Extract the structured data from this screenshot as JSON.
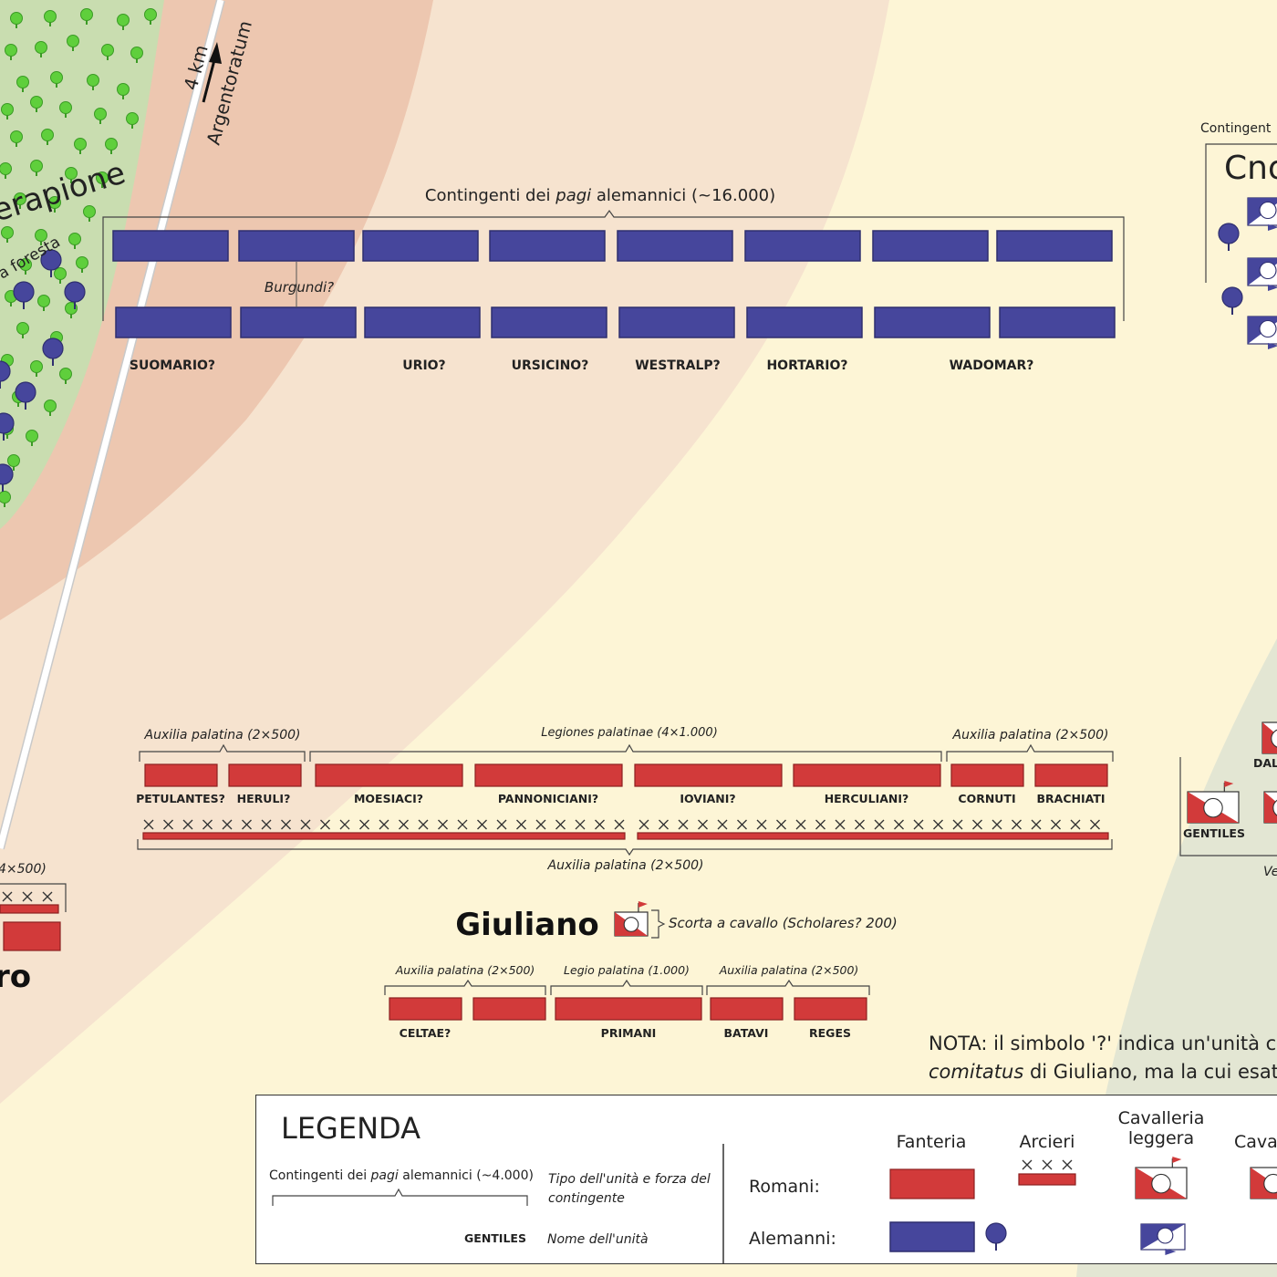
{
  "colors": {
    "roman": "#d23a3a",
    "alamanni": "#46469c",
    "forest": "#c9ddb0",
    "tree": "#5fcf3c",
    "terrain_pink": "#edc7b0",
    "terrain_light": "#f6e3cf",
    "background": "#fdf5d6"
  },
  "map": {
    "road_distance": "4 km",
    "road_destination": "Argentoratum",
    "forest_commander": "Serapione",
    "forest_commander_visible": "erapione",
    "forest_note": "a foresta",
    "alamanni_commander_partial": "Cno",
    "alamanni_contingent_partial": "Contingent",
    "roman_commander": "Giuliano",
    "left_commander_partial": "ro",
    "left_unit_partial": "4×500)",
    "right_unit_partial": "DAL",
    "right_gentiles": "GENTILES",
    "right_partial": "Ve"
  },
  "alamanni_line": {
    "title_pre": "Contingenti dei ",
    "title_italic": "pagi",
    "title_post": " alemannici (~16.000)",
    "burgundi": "Burgundi?",
    "labels": [
      "SUOMARIO?",
      "URIO?",
      "URSICINO?",
      "WESTRALP?",
      "HORTARIO?",
      "WADOMAR?"
    ]
  },
  "roman_front": {
    "group_left": "Auxilia palatina (2×500)",
    "group_center": "Legiones palatinae (4×1.000)",
    "group_right": "Auxilia palatina (2×500)",
    "units": [
      "PETULANTES?",
      "HERULI?",
      "MOESIACI?",
      "PANNONICIANI?",
      "IOVIANI?",
      "HERCULIANI?",
      "CORNUTI",
      "BRACHIATI"
    ],
    "archers_label": "Auxilia palatina (2×500)"
  },
  "escort": {
    "label": "Scorta a cavallo (Scholares? 200)"
  },
  "roman_rear": {
    "group_left": "Auxilia palatina (2×500)",
    "group_center": "Legio palatina (1.000)",
    "group_right": "Auxilia palatina (2×500)",
    "units": [
      "CELTAE?",
      "PRIMANI",
      "BATAVI",
      "REGES"
    ]
  },
  "note": {
    "line1": "NOTA: il simbolo '?' indica un'unità c",
    "line2_italic": "comitatus",
    "line2_rest": " di Giuliano, ma la cui esatt"
  },
  "legend": {
    "title": "LEGENDA",
    "sample_pre": "Contingenti dei ",
    "sample_italic": "pagi",
    "sample_post": " alemannici (~4.000)",
    "type_desc_1": "Tipo dell'unità e forza del",
    "type_desc_2": "contingente",
    "sample_unit": "GENTILES",
    "unit_desc": "Nome dell'unità",
    "col_infantry": "Fanteria",
    "col_archers": "Arcieri",
    "col_light_cav_1": "Cavalleria",
    "col_light_cav_2": "leggera",
    "col_cav_partial": "Cava",
    "row_romans": "Romani:",
    "row_alamanni": "Alemanni:"
  }
}
